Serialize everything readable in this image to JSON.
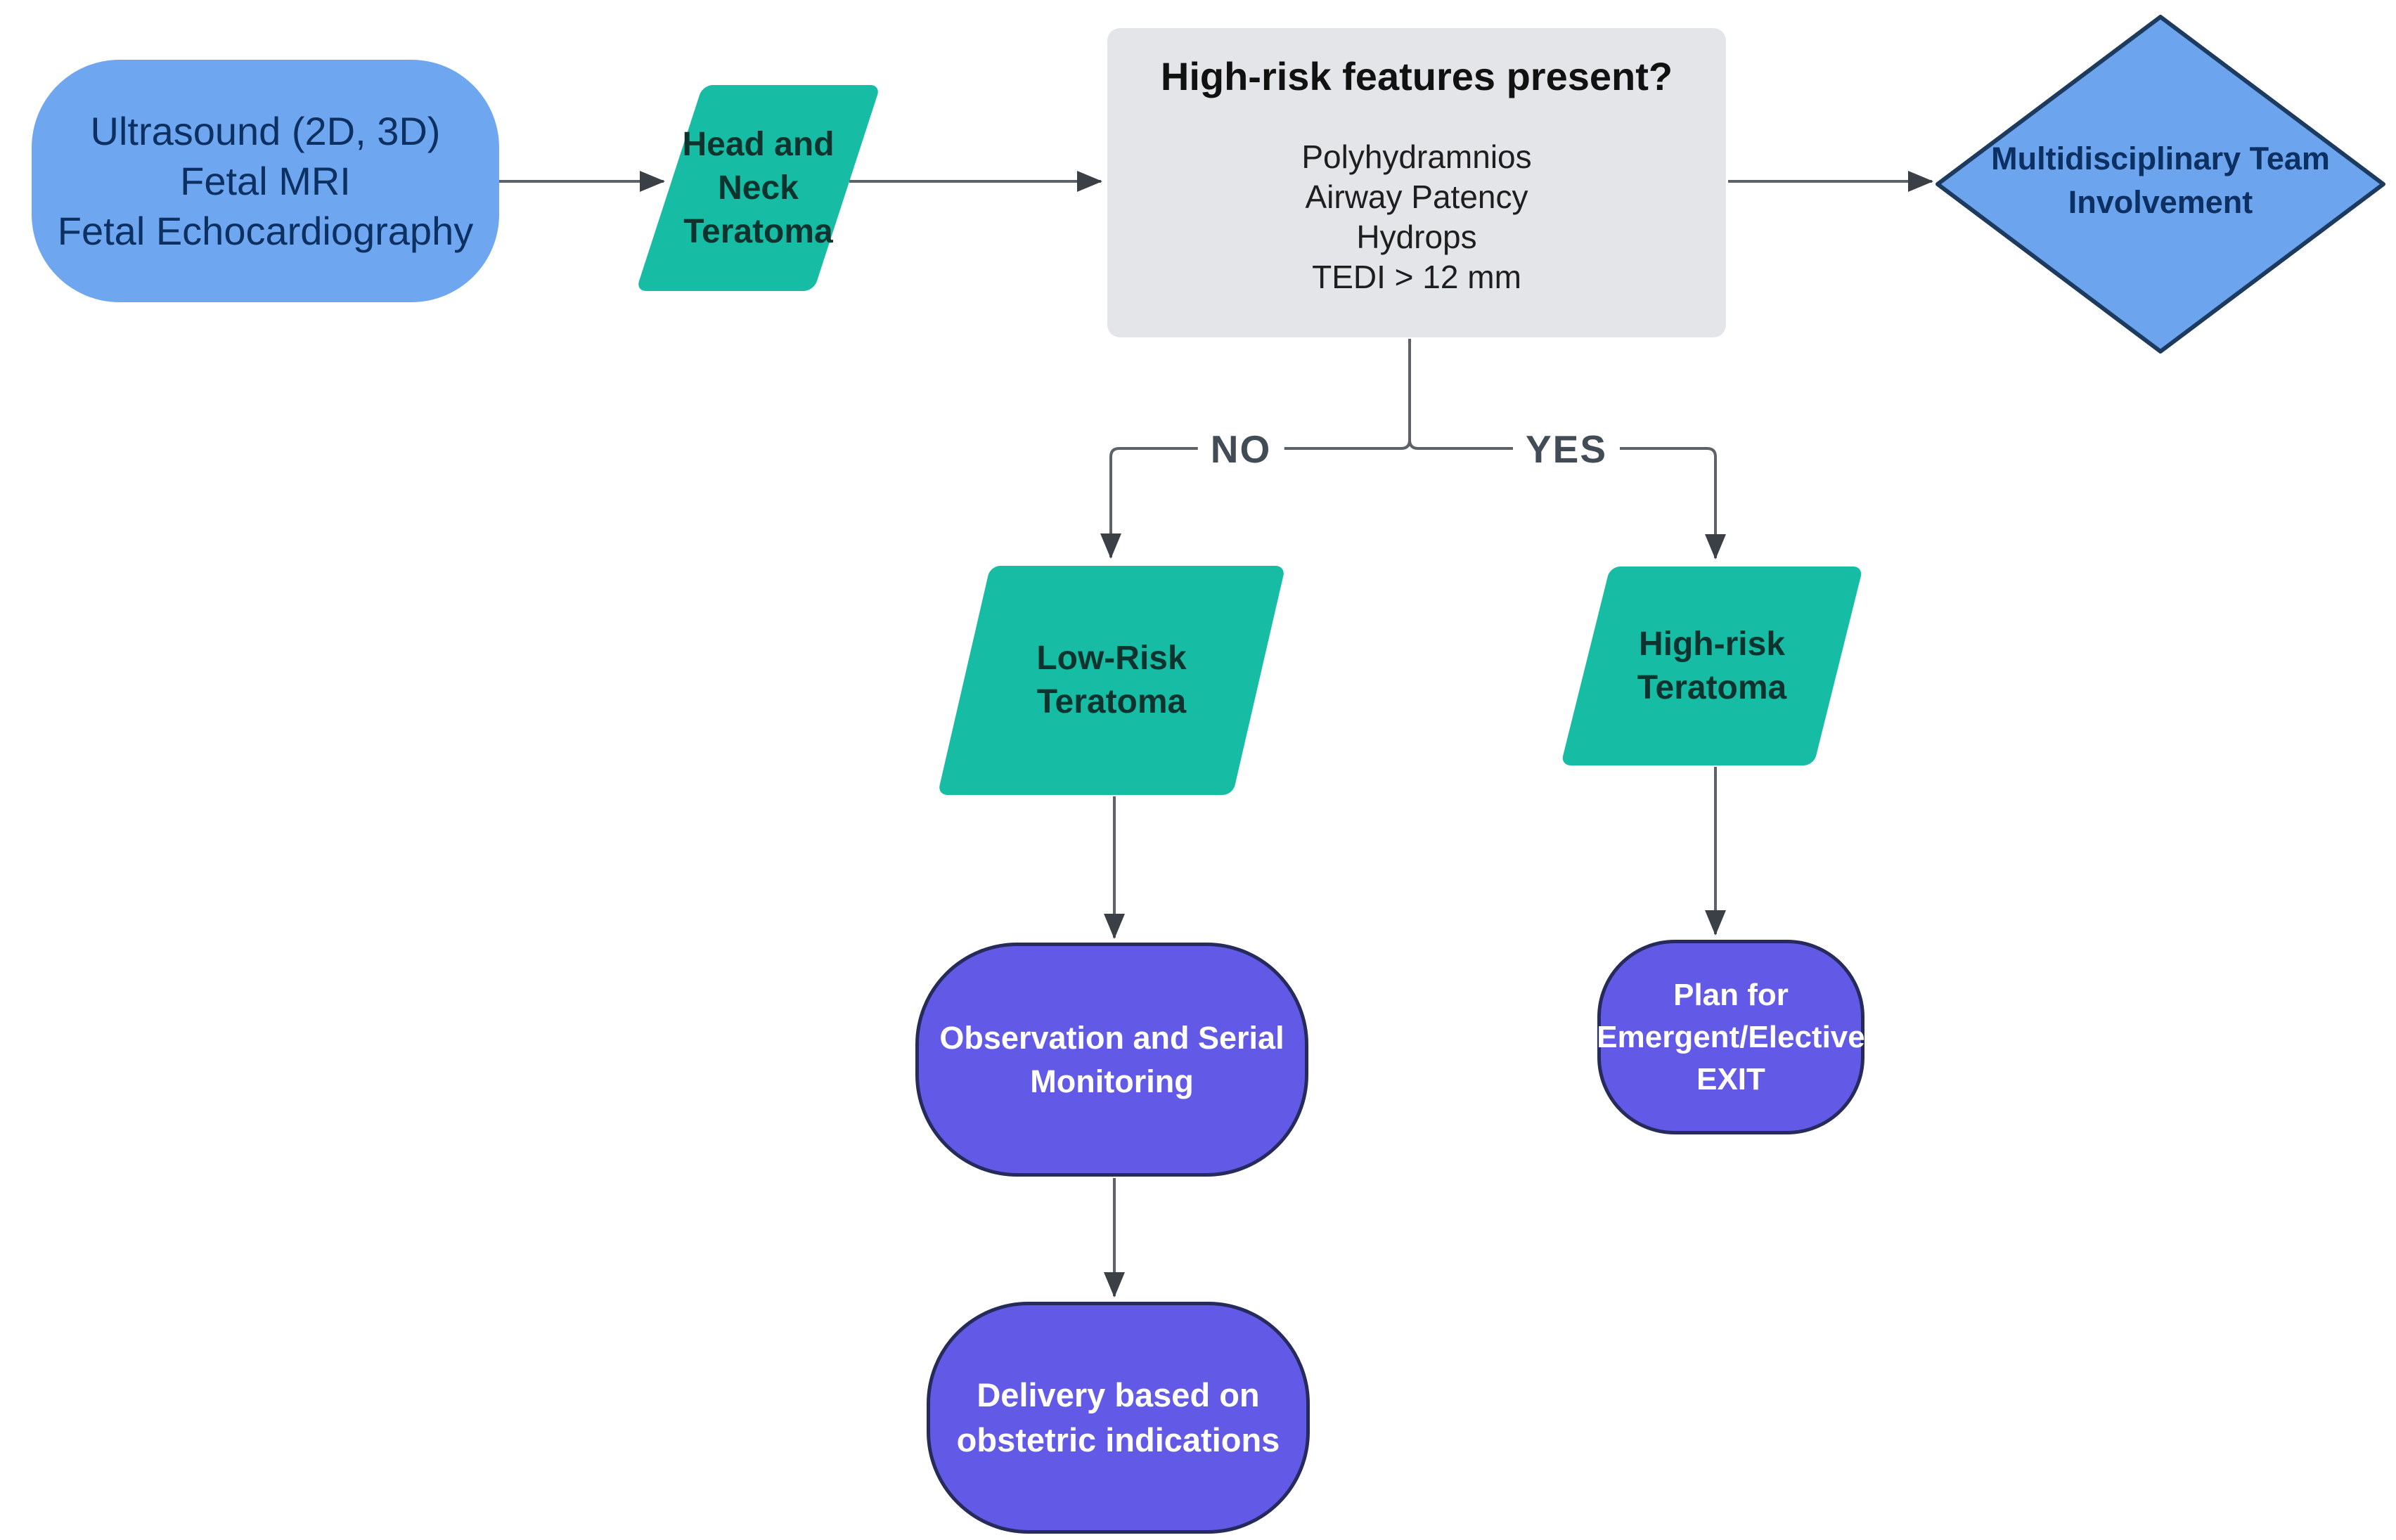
{
  "diagram": {
    "nodes": {
      "imaging": {
        "type": "stadium",
        "lines": [
          "Ultrasound (2D, 3D)",
          "Fetal MRI",
          "Fetal Echocardiography"
        ]
      },
      "head_neck_teratoma": {
        "type": "parallelogram",
        "lines": [
          "Head and",
          "Neck",
          "Teratoma"
        ]
      },
      "high_risk_features": {
        "type": "rect",
        "title": "High-risk features present?",
        "items": [
          "Polyhydramnios",
          "Airway Patency",
          "Hydrops",
          "TEDI > 12 mm"
        ]
      },
      "mdt": {
        "type": "diamond",
        "lines": [
          "Multidisciplinary Team",
          "Involvement"
        ]
      },
      "low_risk_teratoma": {
        "type": "parallelogram",
        "lines": [
          "Low-Risk",
          "Teratoma"
        ]
      },
      "high_risk_teratoma": {
        "type": "parallelogram",
        "lines": [
          "High-risk",
          "Teratoma"
        ]
      },
      "observation": {
        "type": "stadium",
        "lines": [
          "Observation and Serial",
          "Monitoring"
        ]
      },
      "plan_exit": {
        "type": "stadium",
        "lines": [
          "Plan for",
          "Emergent/Elective",
          "EXIT"
        ]
      },
      "delivery": {
        "type": "stadium",
        "lines": [
          "Delivery based on",
          "obstetric indications"
        ]
      }
    },
    "edge_labels": {
      "no": "NO",
      "yes": "YES"
    }
  },
  "colors": {
    "blue-fill": "#6EA7F0",
    "blue-text": "#0C3061",
    "teal-fill": "#16BCA4",
    "teal-text": "#0D332E",
    "purple-fill": "#625AE6",
    "purple-border": "#262B5C",
    "purple-text": "#FFFFFF",
    "gray-fill": "#E3E5E9",
    "gray-title": "#111111",
    "gray-text": "#1E1E1E",
    "diamond-fill": "#6CA5EE",
    "diamond-border": "#1D3A5F",
    "line": "#5C6267",
    "arrow": "#3A4046",
    "label-text": "#424C56"
  }
}
